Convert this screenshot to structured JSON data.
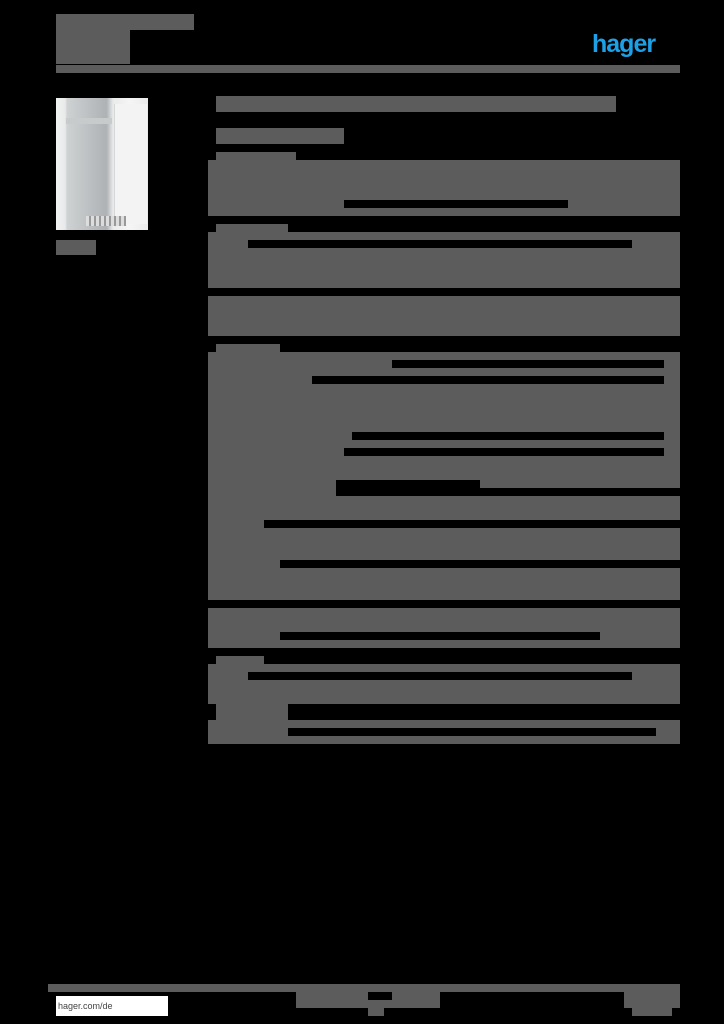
{
  "header": {
    "brand_logo": "hager",
    "brand_color": "#1ea0e6",
    "title_block": "",
    "subtitle_block": ""
  },
  "product": {
    "image_icon": "distribution-cabinet-image",
    "image_caption": ""
  },
  "main": {
    "heading": "",
    "subheading": "",
    "sections": [
      {
        "label": "",
        "rows": 3
      },
      {
        "label": "",
        "rows": 4
      },
      {
        "label": "",
        "rows": 2
      },
      {
        "label": "",
        "rows": 8
      },
      {
        "label": "",
        "rows": 4
      },
      {
        "label": "",
        "rows": 4
      },
      {
        "label": "",
        "rows": 2
      },
      {
        "label": "",
        "rows": 2
      }
    ]
  },
  "footer": {
    "website": "hager.com/de",
    "center_block": "",
    "page_block": ""
  }
}
